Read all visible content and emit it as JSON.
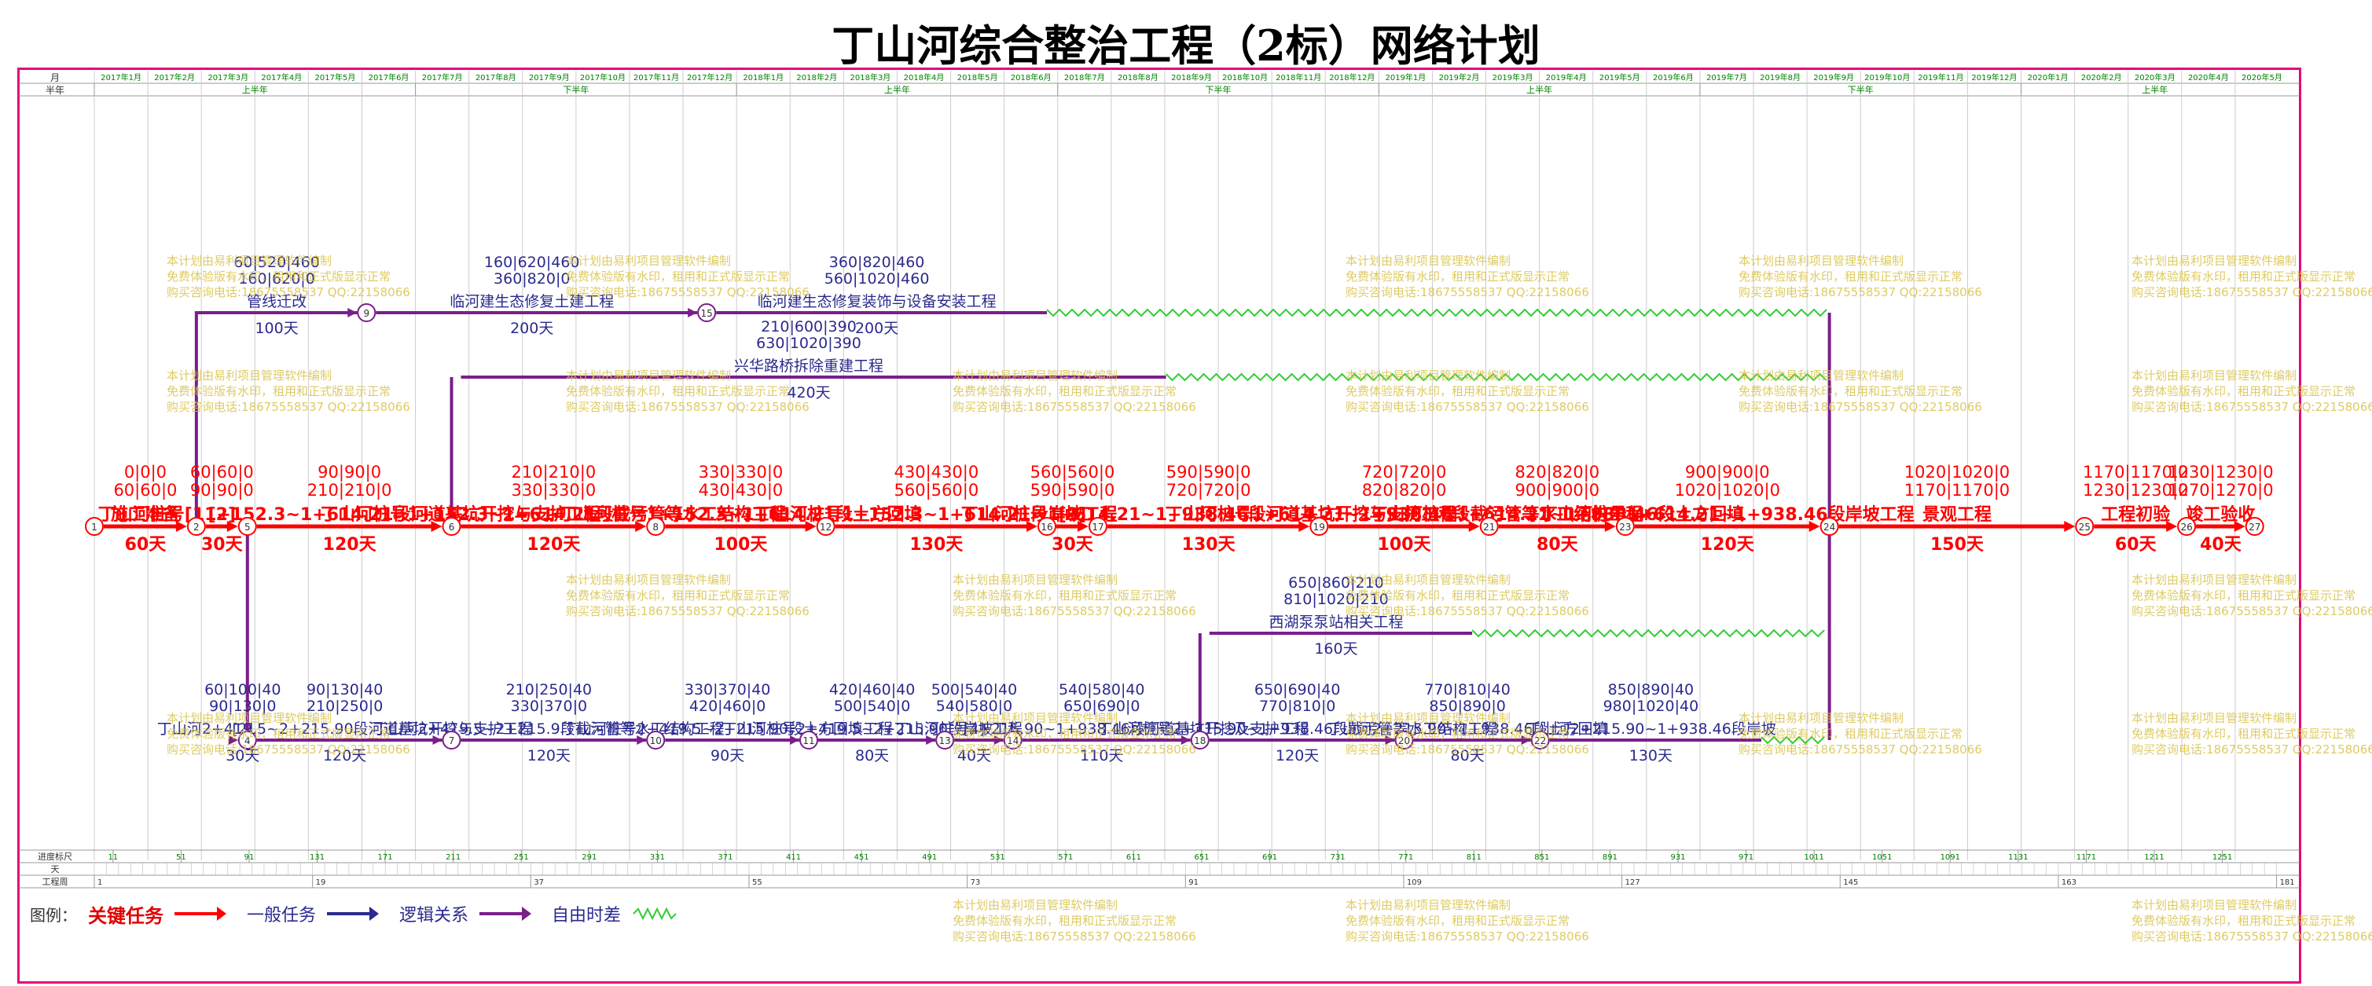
{
  "title": "丁山河综合整治工程（2标）网络计划",
  "colors": {
    "critical": "#ff0000",
    "general": "#2a2a8f",
    "logic": "#7a1e8c",
    "float": "#33cc33",
    "frame": "#e6007e",
    "grid": "#999999",
    "calendar_text": "#008000"
  },
  "calendar": {
    "month_row_label": "月",
    "half_row_label": "半年",
    "months": [
      "2017年1月",
      "2017年2月",
      "2017年3月",
      "2017年4月",
      "2017年5月",
      "2017年6月",
      "2017年7月",
      "2017年8月",
      "2017年9月",
      "2017年10月",
      "2017年11月",
      "2017年12月",
      "2018年1月",
      "2018年2月",
      "2018年3月",
      "2018年4月",
      "2018年5月",
      "2018年6月",
      "2018年7月",
      "2018年8月",
      "2018年9月",
      "2018年10月",
      "2018年11月",
      "2018年12月",
      "2019年1月",
      "2019年2月",
      "2019年3月",
      "2019年4月",
      "2019年5月",
      "2019年6月",
      "2019年7月",
      "2019年8月",
      "2019年9月",
      "2019年10月",
      "2019年11月",
      "2019年12月",
      "2020年1月",
      "2020年2月",
      "2020年3月",
      "2020年4月",
      "2020年5月"
    ],
    "halves": [
      "上半年",
      "下半年",
      "上半年",
      "下半年",
      "上半年",
      "下半年",
      "上半年"
    ],
    "progress_label": "进度标尺",
    "progress_ticks": [
      "11",
      "51",
      "91",
      "131",
      "171",
      "211",
      "251",
      "291",
      "331",
      "371",
      "411",
      "451",
      "491",
      "531",
      "571",
      "611",
      "651",
      "691",
      "731",
      "771",
      "811",
      "851",
      "891",
      "931",
      "971",
      "1011",
      "1051",
      "1091",
      "1131",
      "1171",
      "1211",
      "1251"
    ],
    "day_label": "天",
    "workday_label": "工程周",
    "workday_ticks": [
      "1",
      "19",
      "37",
      "55",
      "73",
      "91",
      "109",
      "127",
      "145",
      "163",
      "181"
    ]
  },
  "nodes": [
    {
      "id": "1",
      "t": 0,
      "lane": "c"
    },
    {
      "id": "2",
      "t": 60,
      "lane": "c"
    },
    {
      "id": "4",
      "t": 90,
      "lane": "b"
    },
    {
      "id": "5",
      "t": 90,
      "lane": "c"
    },
    {
      "id": "6",
      "t": 210,
      "lane": "c"
    },
    {
      "id": "7",
      "t": 210,
      "lane": "b"
    },
    {
      "id": "8",
      "t": 330,
      "lane": "c"
    },
    {
      "id": "9",
      "t": 160,
      "lane": "a"
    },
    {
      "id": "10",
      "t": 330,
      "lane": "b"
    },
    {
      "id": "11",
      "t": 420,
      "lane": "b"
    },
    {
      "id": "12",
      "t": 430,
      "lane": "c"
    },
    {
      "id": "13",
      "t": 500,
      "lane": "b"
    },
    {
      "id": "14",
      "t": 540,
      "lane": "b"
    },
    {
      "id": "15",
      "t": 360,
      "lane": "a"
    },
    {
      "id": "16",
      "t": 560,
      "lane": "c"
    },
    {
      "id": "17",
      "t": 590,
      "lane": "c"
    },
    {
      "id": "18",
      "t": 650,
      "lane": "b"
    },
    {
      "id": "19",
      "t": 720,
      "lane": "c"
    },
    {
      "id": "20",
      "t": 770,
      "lane": "b"
    },
    {
      "id": "21",
      "t": 820,
      "lane": "c"
    },
    {
      "id": "22",
      "t": 850,
      "lane": "b"
    },
    {
      "id": "23",
      "t": 900,
      "lane": "c"
    },
    {
      "id": "24",
      "t": 1020,
      "lane": "c"
    },
    {
      "id": "25",
      "t": 1170,
      "lane": "c"
    },
    {
      "id": "26",
      "t": 1230,
      "lane": "c"
    },
    {
      "id": "27",
      "t": 1270,
      "lane": "c"
    }
  ],
  "critical_tasks": [
    {
      "from": "1",
      "to": "2",
      "name": "施工准备",
      "dur": "60天",
      "es": "0",
      "ls": "0",
      "tf": "0",
      "ef": "60",
      "lf": "60",
      "ff": "0"
    },
    {
      "from": "2",
      "to": "5",
      "name": "[2]",
      "dur": "30天",
      "es": "60",
      "ls": "60",
      "tf": "0",
      "ef": "90",
      "lf": "90",
      "ff": "0"
    },
    {
      "from": "5",
      "to": "6",
      "name": "丁山河桩号[11+152.3~1+614.21段河道基坑开挖与支护工程",
      "dur": "120天",
      "es": "90",
      "ls": "90",
      "tf": "0",
      "ef": "210",
      "lf": "210",
      "ff": "0"
    },
    {
      "from": "6",
      "to": "8",
      "name": "丁山河桩号1+152.3~1+614.21段截污管等水工结构工程",
      "dur": "120天",
      "es": "210",
      "ls": "210",
      "tf": "0",
      "ef": "330",
      "lf": "330",
      "ff": "0"
    },
    {
      "from": "8",
      "to": "12",
      "name": "丁山河桩号1+152.3~1+614.21段土方回填",
      "dur": "100天",
      "es": "330",
      "ls": "330",
      "tf": "0",
      "ef": "430",
      "lf": "430",
      "ff": "0"
    },
    {
      "from": "12",
      "to": "16",
      "name": "丁山河桩号1+152.3~1+614.21段岸坡工程",
      "dur": "130天",
      "es": "430",
      "ls": "430",
      "tf": "0",
      "ef": "560",
      "lf": "560",
      "ff": "0"
    },
    {
      "from": "16",
      "to": "17",
      "name": "[3]",
      "dur": "30天",
      "es": "560",
      "ls": "560",
      "tf": "0",
      "ef": "590",
      "lf": "590",
      "ff": "0"
    },
    {
      "from": "17",
      "to": "19",
      "name": "丁山河桩号1+614.21~1+938.46段河道基坑开挖与支护工程",
      "dur": "130天",
      "es": "590",
      "ls": "590",
      "tf": "0",
      "ef": "720",
      "lf": "720",
      "ff": "0"
    },
    {
      "from": "19",
      "to": "21",
      "name": "丁山河桩号1+614.21~1+938.46段截污管等水工结构工程",
      "dur": "100天",
      "es": "720",
      "ls": "720",
      "tf": "0",
      "ef": "820",
      "lf": "820",
      "ff": "0"
    },
    {
      "from": "21",
      "to": "23",
      "name": "丁山河桩号1+614.21~1+938.46段土方回填",
      "dur": "80天",
      "es": "820",
      "ls": "820",
      "tf": "0",
      "ef": "900",
      "lf": "900",
      "ff": "0"
    },
    {
      "from": "23",
      "to": "24",
      "name": "丁山河桩号1+614.21~1+938.46段岸坡工程",
      "dur": "120天",
      "es": "900",
      "ls": "900",
      "tf": "0",
      "ef": "1020",
      "lf": "1020",
      "ff": "0"
    },
    {
      "from": "24",
      "to": "25",
      "name": "景观工程",
      "dur": "150天",
      "es": "1020",
      "ls": "1020",
      "tf": "0",
      "ef": "1170",
      "lf": "1170",
      "ff": "0"
    },
    {
      "from": "25",
      "to": "26",
      "name": "工程初验",
      "dur": "60天",
      "es": "1170",
      "ls": "1170",
      "tf": "0",
      "ef": "1230",
      "lf": "1230",
      "ff": "0"
    },
    {
      "from": "26",
      "to": "27",
      "name": "竣工验收",
      "dur": "40天",
      "es": "1230",
      "ls": "1230",
      "tf": "0",
      "ef": "1270",
      "lf": "1270",
      "ff": "0"
    }
  ],
  "general_tasks": [
    {
      "from": "2",
      "to": "9",
      "lane": "a",
      "name": "管线迁改",
      "dur": "100天",
      "es": "60",
      "ls": "520",
      "tf": "460",
      "ef": "160",
      "lf": "620",
      "ff": "0"
    },
    {
      "from": "9",
      "to": "15",
      "lane": "a",
      "name": "临河建生态修复土建工程",
      "dur": "200天",
      "es": "160",
      "ls": "620",
      "tf": "460",
      "ef": "360",
      "lf": "820",
      "ff": "0"
    },
    {
      "from": "15",
      "to": "X1",
      "lane": "a",
      "name": "临河建生态修复装饰与设备安装工程",
      "dur": "200天",
      "es": "360",
      "ls": "820",
      "tf": "460",
      "ef": "560",
      "lf": "1020",
      "ff": "460"
    },
    {
      "from": "6",
      "to": "X2",
      "lane": "d",
      "name": "兴华路桥拆除重建工程",
      "dur": "420天",
      "es": "210",
      "ls": "600",
      "tf": "390",
      "ef": "630",
      "lf": "1020",
      "ff": "390"
    },
    {
      "from": "5",
      "to": "4",
      "lane": "b",
      "name": "[2]",
      "dur": "30天",
      "es": "60",
      "ls": "100",
      "tf": "40",
      "ef": "90",
      "lf": "130",
      "ff": "0"
    },
    {
      "from": "4",
      "to": "7",
      "lane": "b",
      "name": "丁山河2+419.5~2+215.90段河道基坑开挖与支护工程",
      "dur": "120天",
      "es": "90",
      "ls": "130",
      "tf": "40",
      "ef": "210",
      "lf": "250",
      "ff": "0"
    },
    {
      "from": "7",
      "to": "10",
      "lane": "b",
      "name": "丁山河2+419.5~2+215.9段截污管等水工结构工程",
      "dur": "120天",
      "es": "210",
      "ls": "250",
      "tf": "40",
      "ef": "330",
      "lf": "370",
      "ff": "0"
    },
    {
      "from": "10",
      "to": "11",
      "lane": "b",
      "name": "丁山河桩号2+419.5~2+215.90段土方回填工程",
      "dur": "90天",
      "es": "330",
      "ls": "370",
      "tf": "40",
      "ef": "420",
      "lf": "460",
      "ff": "0"
    },
    {
      "from": "11",
      "to": "13",
      "lane": "b",
      "name": "丁山河桩号2+419.5~2+215.90段岸坡工程",
      "dur": "80天",
      "es": "420",
      "ls": "460",
      "tf": "40",
      "ef": "500",
      "lf": "540",
      "ff": "0"
    },
    {
      "from": "13",
      "to": "14",
      "lane": "b",
      "name": "[4]",
      "dur": "40天",
      "es": "500",
      "ls": "540",
      "tf": "40",
      "ef": "540",
      "lf": "580",
      "ff": "0"
    },
    {
      "from": "14",
      "to": "18",
      "lane": "b",
      "name": "丁山河桩号2+215.90~1+938.46段河道基坑开挖及支护工程",
      "dur": "110天",
      "es": "540",
      "ls": "580",
      "tf": "40",
      "ef": "650",
      "lf": "690",
      "ff": "0"
    },
    {
      "from": "18",
      "to": "X3",
      "lane": "e",
      "name": "西湖泵泵站相关工程",
      "dur": "160天",
      "es": "650",
      "ls": "860",
      "tf": "210",
      "ef": "810",
      "lf": "1020",
      "ff": "210"
    },
    {
      "from": "18",
      "to": "20",
      "lane": "b",
      "name": "丁山河桩号2+215.90~1+938.46段截污管等水工结构工程",
      "dur": "120天",
      "es": "650",
      "ls": "690",
      "tf": "40",
      "ef": "770",
      "lf": "810",
      "ff": "0"
    },
    {
      "from": "20",
      "to": "22",
      "lane": "b",
      "name": "丁山河2+215.90~1+938.46段土方回填",
      "dur": "80天",
      "es": "770",
      "ls": "810",
      "tf": "40",
      "ef": "850",
      "lf": "890",
      "ff": "0"
    },
    {
      "from": "22",
      "to": "X4",
      "lane": "b",
      "name": "丁山河2+215.90~1+938.46段岸坡",
      "dur": "130天",
      "es": "850",
      "ls": "890",
      "tf": "40",
      "ef": "980",
      "lf": "1020",
      "ff": "40"
    }
  ],
  "legend": {
    "label": "图例：",
    "items": [
      {
        "name": "关键任务",
        "kind": "critical"
      },
      {
        "name": "一般任务",
        "kind": "general"
      },
      {
        "name": "逻辑关系",
        "kind": "logic"
      },
      {
        "name": "自由时差",
        "kind": "float"
      }
    ]
  },
  "watermark": [
    "本计划由易利项目管理软件编制",
    "免费体验版有水印，租用和正式版显示正常",
    "购买咨询电话:18675558537 QQ:22158066"
  ]
}
